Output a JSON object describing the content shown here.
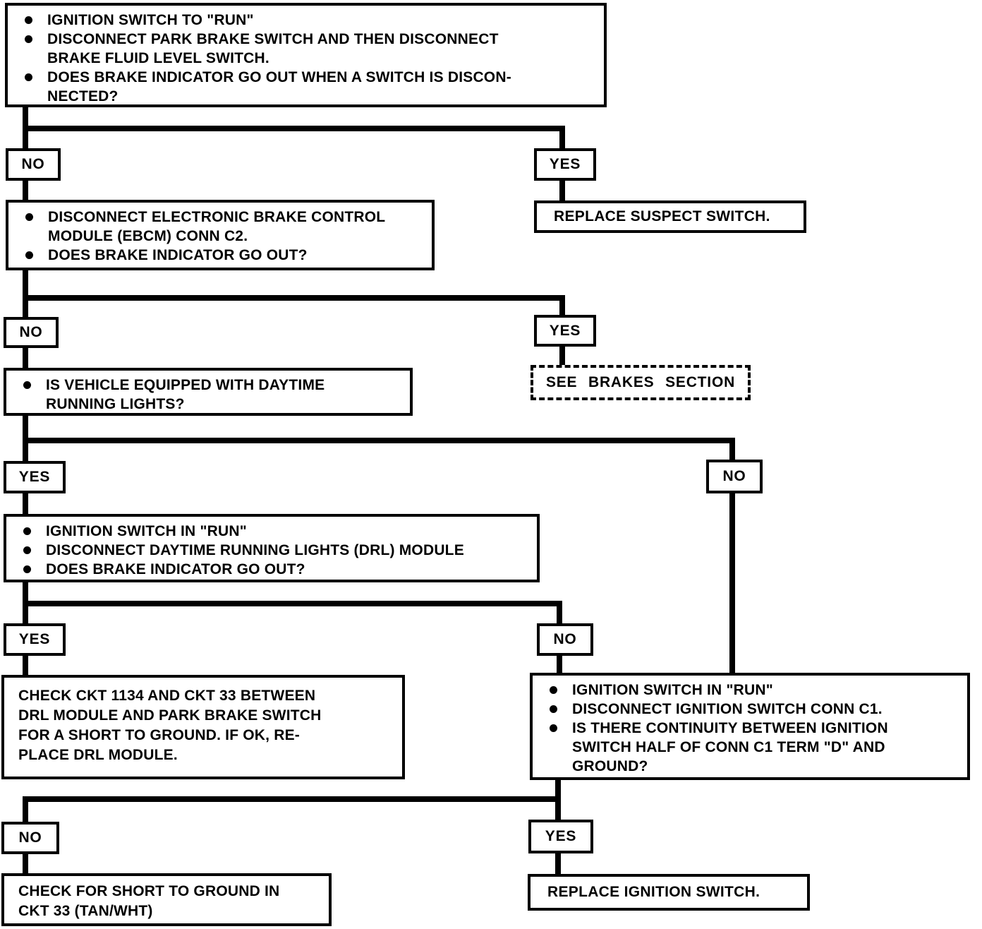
{
  "labels": {
    "yes": "YES",
    "no": "NO"
  },
  "nodes": {
    "start": {
      "bullets": [
        {
          "lines": [
            "IGNITION SWITCH TO \"RUN\""
          ]
        },
        {
          "lines": [
            "DISCONNECT PARK BRAKE SWITCH AND THEN DISCONNECT",
            "BRAKE FLUID LEVEL SWITCH."
          ]
        },
        {
          "lines": [
            "DOES BRAKE INDICATOR GO OUT WHEN A SWITCH IS DISCON-",
            "NECTED?"
          ]
        }
      ]
    },
    "replace_suspect_switch": {
      "text": "REPLACE SUSPECT SWITCH."
    },
    "disconnect_ebcm": {
      "bullets": [
        {
          "lines": [
            "DISCONNECT ELECTRONIC BRAKE CONTROL",
            "MODULE (EBCM) CONN C2."
          ]
        },
        {
          "lines": [
            "DOES BRAKE INDICATOR GO OUT?"
          ]
        }
      ]
    },
    "see_brakes_section": {
      "text": "SEE BRAKES SECTION"
    },
    "drl_question": {
      "bullets": [
        {
          "lines": [
            "IS VEHICLE EQUIPPED WITH DAYTIME",
            "RUNNING LIGHTS?"
          ]
        }
      ]
    },
    "drl_test": {
      "bullets": [
        {
          "lines": [
            "IGNITION SWITCH IN \"RUN\""
          ]
        },
        {
          "lines": [
            "DISCONNECT DAYTIME RUNNING LIGHTS (DRL) MODULE"
          ]
        },
        {
          "lines": [
            "DOES BRAKE INDICATOR GO OUT?"
          ]
        }
      ]
    },
    "check_ckt_1134": {
      "lines": [
        "CHECK CKT 1134 AND CKT 33 BETWEEN",
        "DRL MODULE AND PARK BRAKE SWITCH",
        "FOR A SHORT TO GROUND. IF OK, RE-",
        "PLACE DRL MODULE."
      ]
    },
    "ignition_continuity": {
      "bullets": [
        {
          "lines": [
            "IGNITION SWITCH IN \"RUN\""
          ]
        },
        {
          "lines": [
            "DISCONNECT IGNITION SWITCH CONN C1."
          ]
        },
        {
          "lines": [
            "IS THERE CONTINUITY BETWEEN IGNITION",
            "SWITCH HALF OF CONN C1 TERM \"D\" AND",
            "GROUND?"
          ]
        }
      ]
    },
    "check_ckt_33": {
      "lines": [
        "CHECK FOR SHORT TO GROUND IN",
        "CKT 33 (TAN/WHT)"
      ]
    },
    "replace_ignition_switch": {
      "text": "REPLACE IGNITION SWITCH."
    }
  }
}
